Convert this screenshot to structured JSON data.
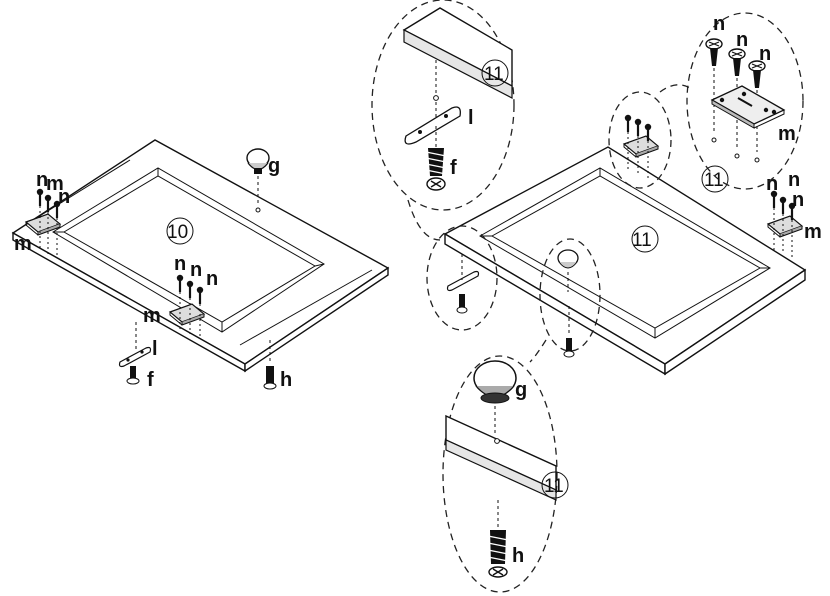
{
  "step_left": "10",
  "step_right": "11",
  "step_zoom_top": "11",
  "step_zoom_hinge": "11",
  "step_zoom_knob": "11",
  "parts": {
    "f": "f",
    "g": "g",
    "h": "h",
    "l": "l",
    "m": "m",
    "n": "n"
  }
}
